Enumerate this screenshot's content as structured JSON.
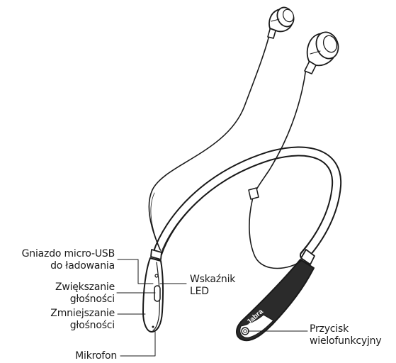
{
  "labels": {
    "charging_port": {
      "line1": "Gniazdo micro-USB",
      "line2": "do ładowania"
    },
    "volume_up": {
      "line1": "Zwiększanie",
      "line2": "głośności"
    },
    "volume_down": {
      "line1": "Zmniejszanie",
      "line2": "głośności"
    },
    "microphone": {
      "line1": "Mikrofon"
    },
    "led_indicator": {
      "line1": "Wskaźnik",
      "line2": "LED"
    },
    "multifunction_button": {
      "line1": "Przycisk",
      "line2": "wielofunkcyjny"
    }
  },
  "brand_text": "Jabra",
  "colors": {
    "ink": "#1a1a1a",
    "band_fill": "#ffffff",
    "module_dark": "#2b2b2b",
    "bud_fill": "#ffffff"
  },
  "icon_names": [
    "earbud-left-icon",
    "earbud-right-icon",
    "neckband-icon",
    "control-module-left-icon",
    "control-module-right-icon"
  ]
}
